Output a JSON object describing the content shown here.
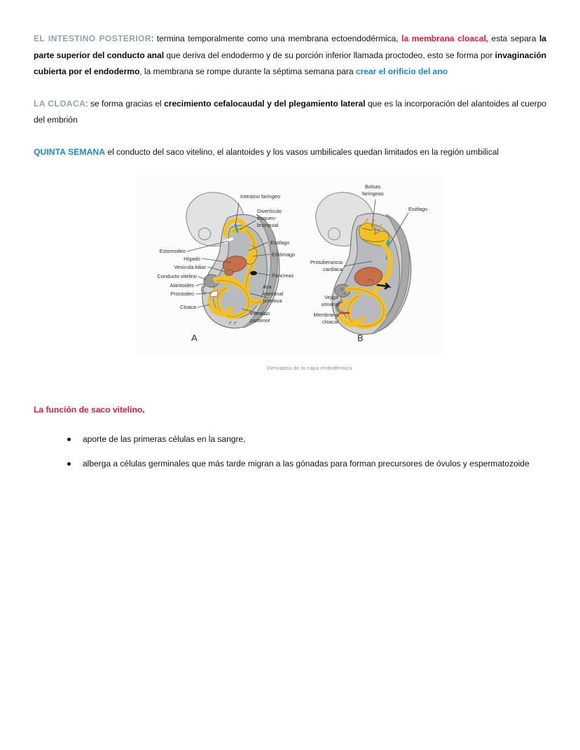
{
  "document": {
    "title": "Derivados de la capa endodérmica",
    "background_color": "#ffffff",
    "colors": {
      "heading_gray_blue": "#8fa3ab",
      "heading_blue": "#1c8ac4",
      "emphasis_red": "#e31b35",
      "body_text": "#141414",
      "caption_gray": "#8c8c8c"
    }
  },
  "paragraphs": {
    "p1": {
      "heading": "EL INTESTINO POSTERIOR",
      "seg_1": ": termina temporalmente como una membrana ectoendodérmica, ",
      "red_1": "la membrana cloacal,",
      "seg_2": " esta separa ",
      "bold_1": "la parte superior del conducto anal",
      "seg_3": " que deriva del endodermo y de su porción inferior llamada proctodeo, esto se forma por ",
      "bold_2": "invaginación cubierta por el endodermo",
      "seg_4": ", la membrana se rompe durante la séptima semana para ",
      "blue_1": "crear el orificio del ano"
    },
    "p2": {
      "heading": "LA CLOACA",
      "seg_1": ": se forma gracias el ",
      "bold_1": "crecimiento cefalocaudal y del plegamiento lateral",
      "seg_2": " que es la incorporación del alantoides al cuerpo del embrión"
    },
    "p3": {
      "heading": "QUINTA SEMANA",
      "seg_1": " el conducto del saco vitelino, el alantoides y los vasos umbilicales quedan limitados en la región umbilical"
    }
  },
  "figure": {
    "caption": "Derivados de la capa endodérmica",
    "panel_a_letter": "A",
    "panel_b_letter": "B",
    "labels_a": {
      "intestino_faringeo": "Intestino faríngeo",
      "diverticulo_l1": "Divertículo",
      "diverticulo_l2": "traqueo-",
      "diverticulo_l3": "bronquial",
      "esofago": "Esófago",
      "estomago": "Estómago",
      "pancreas": "Páncreas",
      "asa_l1": "Asa",
      "asa_l2": "intestinal",
      "asa_l3": "primitiva",
      "intestino_post_l1": "Intestino",
      "intestino_post_l2": "posterior",
      "estomodeo": "Estomodeo",
      "higado": "Hígado",
      "vesicula_biliar": "Vesícula biliar",
      "conducto_vitelino": "Conducto vitelino",
      "alantoides": "Alantoides",
      "proctodeo": "Proctodeo",
      "cloaca": "Cloaca"
    },
    "labels_b": {
      "bolsas_l1": "Bolsas",
      "bolsas_l2": "faríngeas",
      "esofago": "Esófago",
      "protuberancia_l1": "Protuberancia",
      "protuberancia_l2": "cardiaca",
      "vejiga_l1": "Vejiga",
      "vejiga_l2": "urinaria",
      "membrana_l1": "Membrana",
      "membrana_l2": "cloacal"
    },
    "palette": {
      "outer_body": "#d8d8d8",
      "outer_rim": "#a8a8a8",
      "inner_cavity": "#b9bcc0",
      "gut_tube": "#f2c027",
      "gut_outline": "#8a7a2a",
      "liver": "#c4714a",
      "stroke": "#5a5a5a",
      "accent_blue": "#2f9fd0"
    }
  },
  "section_functions": {
    "heading": "La función de saco vitelino",
    "heading_period": ".",
    "bullets": [
      "aporte de las primeras células en la sangre,",
      "alberga a células germinales que más tarde migran a las gónadas para forman precursores de óvulos y espermatozoide"
    ]
  }
}
